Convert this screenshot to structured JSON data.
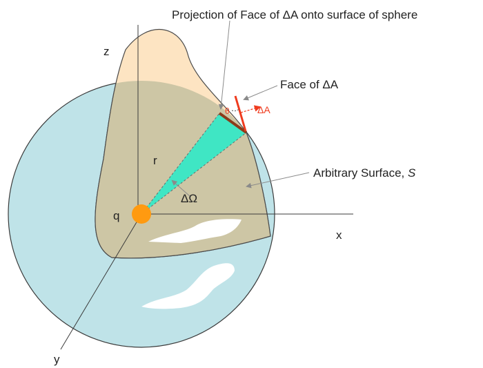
{
  "labels": {
    "projection": "Projection of Face of  ΔA onto surface of sphere",
    "face": "Face of  ΔA",
    "delta_a_vector": "ΔA",
    "theta": "θ",
    "arbitrary_surface": "Arbitrary Surface, ",
    "arbitrary_surface_symbol": "S",
    "radius": "r",
    "solid_angle": "ΔΩ",
    "charge": "q",
    "axis_x": "x",
    "axis_y": "y",
    "axis_z": "z"
  },
  "colors": {
    "sphere": "#bfe3e8",
    "surface_above": "#fde4c2",
    "surface_inside": "#cdc6a5",
    "cone": "#3fe6c4",
    "face": "#ef3b1e",
    "projection_edge": "#8b3b1a",
    "charge": "#ff9a10",
    "clouds": "#ffffff"
  }
}
